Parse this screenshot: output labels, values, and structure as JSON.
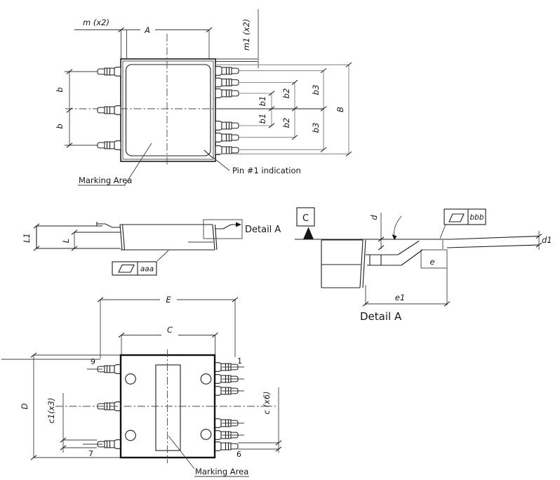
{
  "top": {
    "m": "m (x2)",
    "a": "A",
    "m1": "m1 (x2)",
    "b": "b",
    "b1": "b1",
    "b2": "b2",
    "b3": "b3",
    "B": "B",
    "pin1_note": "Pin #1 indication",
    "marking": "Marking Area"
  },
  "side": {
    "l1": "L1",
    "l": "L",
    "detail_callout": "Detail A",
    "aaa": "aaa"
  },
  "det": {
    "c": "C",
    "d": "d",
    "d1": "d1",
    "e": "e",
    "e1": "e1",
    "bbb": "bbb",
    "caption": "Detail A"
  },
  "bot": {
    "E": "E",
    "C": "C",
    "D": "D",
    "c1": "c1(x3)",
    "c6": "c (x6)",
    "p9": "9",
    "p1": "1",
    "p7": "7",
    "p6": "6",
    "marking": "Marking Area"
  }
}
